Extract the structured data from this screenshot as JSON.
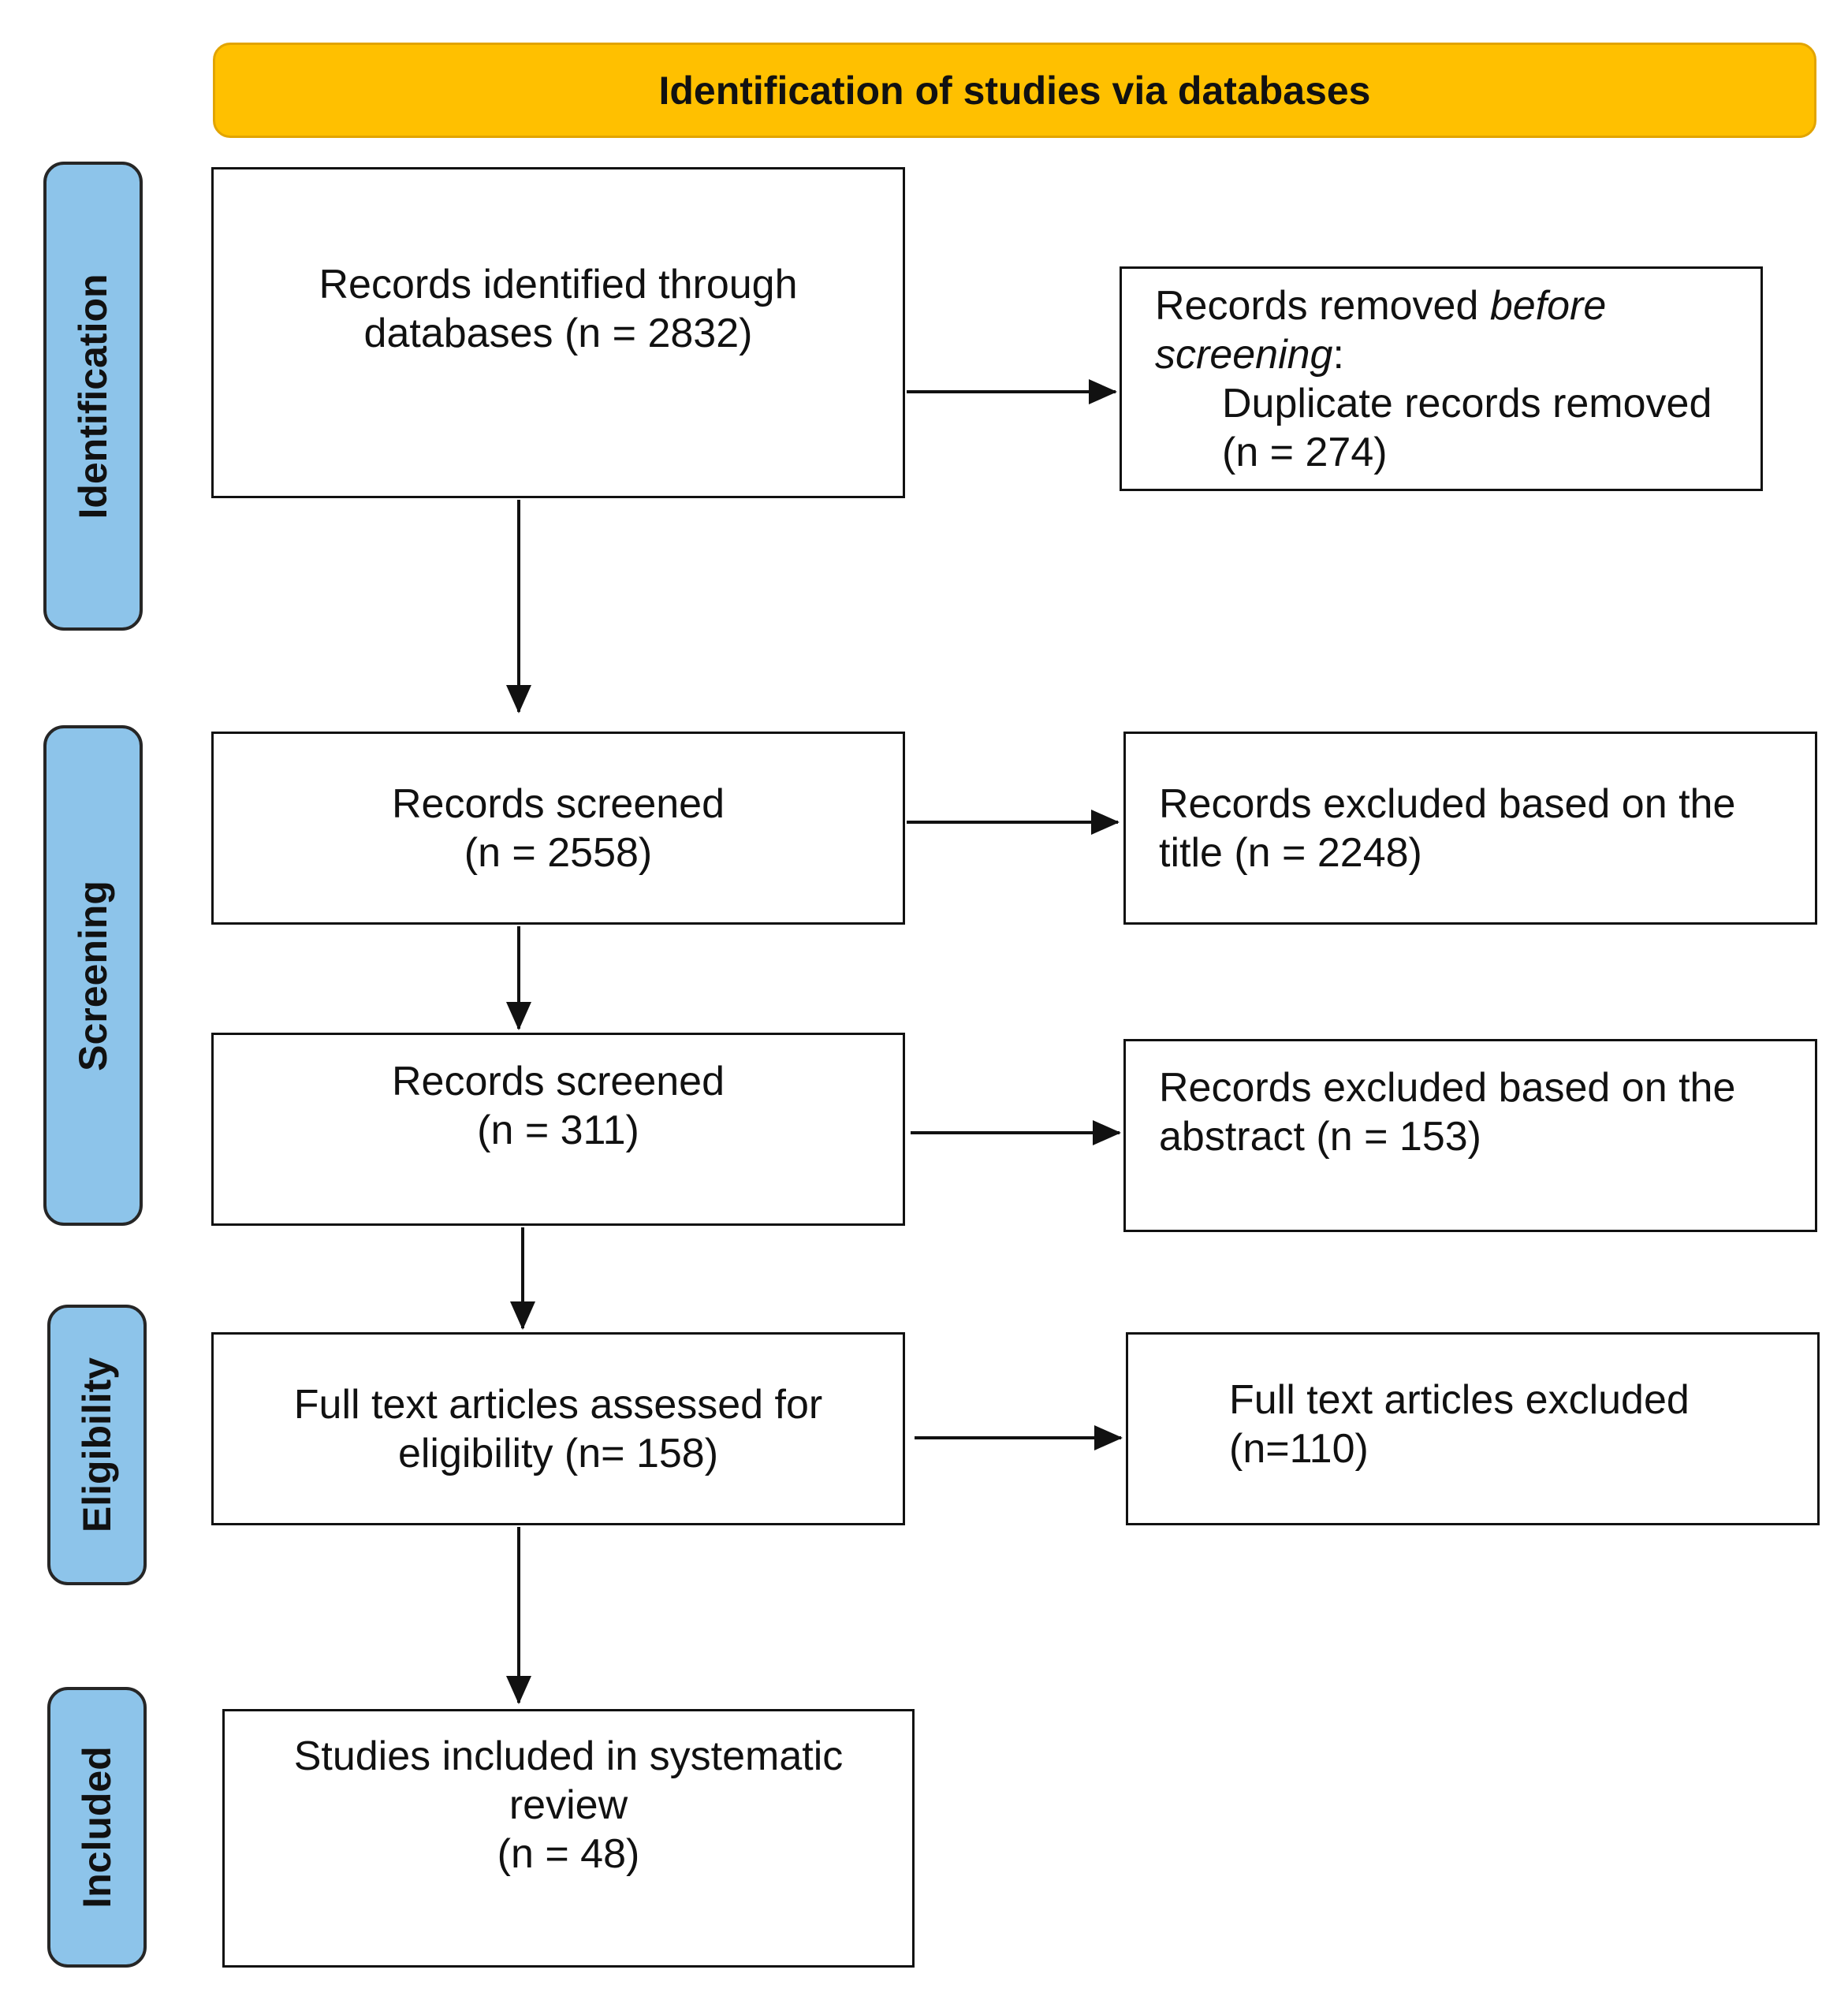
{
  "banner": {
    "title": "Identification of studies via databases"
  },
  "phases": {
    "identification": "Identification",
    "screening": "Screening",
    "eligibility": "Eligibility",
    "included": "Included"
  },
  "boxes": {
    "identified": {
      "line1": "Records identified through",
      "line2": "databases (n = 2832)"
    },
    "removed": {
      "line1_prefix": "Records removed ",
      "line1_italic": "before",
      "line2_italic": "screening",
      "line2_suffix": ":",
      "line3": "Duplicate records removed",
      "line4": "(n = 274)"
    },
    "screened1": {
      "line1": "Records screened",
      "line2": "(n = 2558)"
    },
    "excluded_title": {
      "line1": "Records excluded based on the",
      "line2": "title (n = 2248)"
    },
    "screened2": {
      "line1": "Records screened",
      "line2": "(n = 311)"
    },
    "excluded_abstract": {
      "line1": "Records excluded based on the",
      "line2": "abstract (n = 153)"
    },
    "fulltext_assessed": {
      "line1": "Full text articles assessed for",
      "line2": "eligibility (n= 158)"
    },
    "fulltext_excluded": {
      "line1": "Full text articles excluded",
      "line2": "(n=110)"
    },
    "included": {
      "line1": "Studies included in systematic",
      "line2": "review",
      "line3": "(n = 48)"
    }
  },
  "colors": {
    "banner": "#ffc000",
    "phase": "#8dc4ea",
    "stroke": "#111111"
  }
}
